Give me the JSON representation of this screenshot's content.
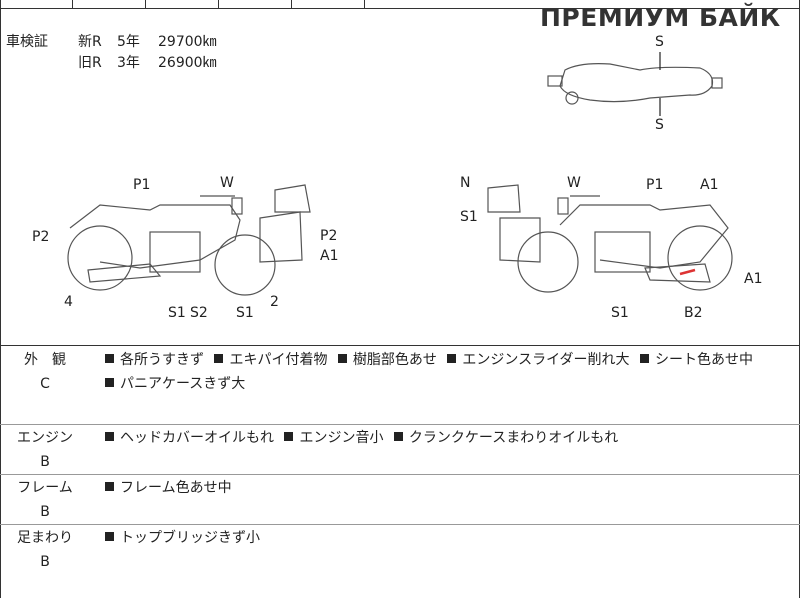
{
  "watermark": "ПРЕМИУМ БАЙК",
  "inspection": {
    "label": "車検証",
    "rows": [
      {
        "type": "新R",
        "years": "5年",
        "km": "29700㎞"
      },
      {
        "type": "旧R",
        "years": "3年",
        "km": "26900㎞"
      }
    ]
  },
  "diagram_labels": {
    "top": [
      "S",
      "S"
    ],
    "left": [
      "P1",
      "W",
      "P2",
      "P2",
      "A1",
      "4",
      "2",
      "S1",
      "S2",
      "S1"
    ],
    "right": [
      "N",
      "W",
      "P1",
      "A1",
      "S1",
      "A1",
      "S1",
      "B2"
    ]
  },
  "sections": [
    {
      "name": "外　観",
      "grade": "C",
      "items": [
        "各所うすきず",
        "エキパイ付着物",
        "樹脂部色あせ",
        "エンジンスライダー削れ大",
        "シート色あせ中",
        "パニアケースきず大"
      ]
    },
    {
      "name": "エンジン",
      "grade": "B",
      "items": [
        "ヘッドカバーオイルもれ",
        "エンジン音小",
        "クランクケースまわりオイルもれ"
      ]
    },
    {
      "name": "フレーム",
      "grade": "B",
      "items": [
        "フレーム色あせ中"
      ]
    },
    {
      "name": "足まわり",
      "grade": "B",
      "items": [
        "トップブリッジきず小"
      ]
    }
  ]
}
